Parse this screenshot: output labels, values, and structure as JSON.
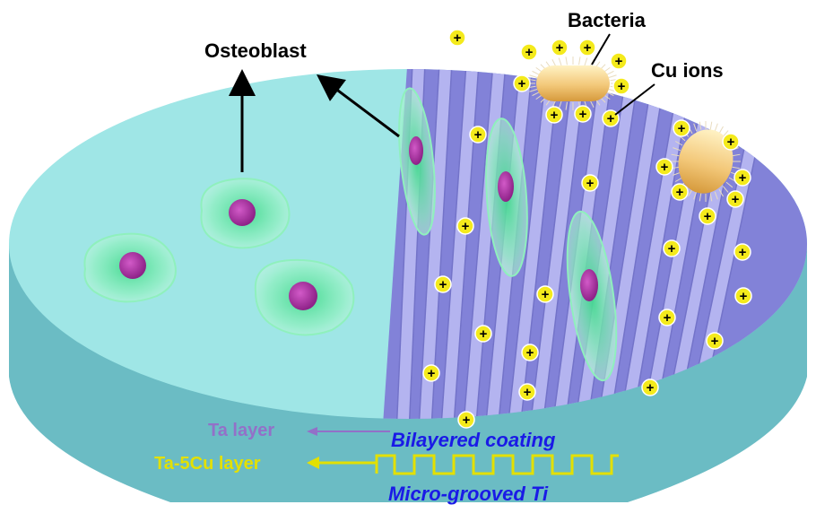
{
  "labels": {
    "osteoblast": "Osteoblast",
    "bacteria": "Bacteria",
    "cu_ions": "Cu ions",
    "ta_layer": "Ta layer",
    "ta5cu_layer": "Ta-5Cu layer",
    "bilayered_coating": "Bilayered coating",
    "micro_grooved_ti": "Micro-grooved Ti"
  },
  "ion_symbol": "+",
  "colors": {
    "ti_surface": "#9fe6e6",
    "ti_side": "#6bbcc4",
    "groove_coating": "#8f8fe0",
    "ta_layer_text": "#9370c8",
    "ta5cu_text": "#e3e000",
    "blue_text": "#1a1ae6",
    "cell_body": "#5fe0a0",
    "nucleus": "#b23aa8",
    "ion_fill": "#f4ea1c",
    "bacteria": "#f3c879"
  }
}
